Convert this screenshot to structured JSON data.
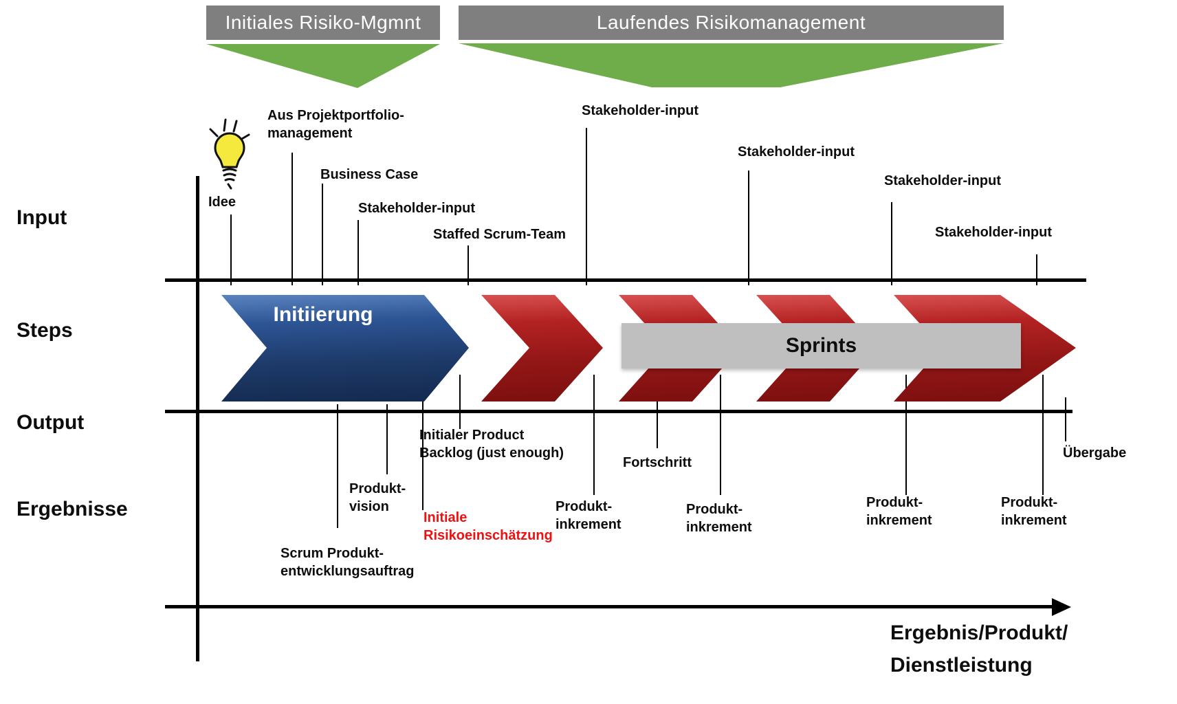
{
  "title": "Scrum Risikomanagement Prozessdiagramm",
  "header": {
    "phase1": "Initiales Risiko-Mgmnt",
    "phase2": "Laufendes Risikomanagement"
  },
  "rows": {
    "input": "Input",
    "steps": "Steps",
    "output": "Output",
    "ergebnisse": "Ergebnisse"
  },
  "steps": {
    "initiierung": "Initiierung",
    "sprints": "Sprints"
  },
  "inputs": {
    "idee": "Idee",
    "portfolio": "Aus Projektportfolio-\nmanagement",
    "business_case": "Business Case",
    "stakeholder_1": "Stakeholder-input",
    "staffed_team": "Staffed Scrum-Team",
    "stakeholder_2": "Stakeholder-input",
    "stakeholder_3": "Stakeholder-input",
    "stakeholder_4": "Stakeholder-input",
    "stakeholder_5": "Stakeholder-input"
  },
  "outputs": {
    "scrum_auftrag": "Scrum Produkt-\nentwicklungsauftrag",
    "produktvision": "Produkt-\nvision",
    "initiale_risiko": "Initiale\nRisikoeinschätzung",
    "initialer_backlog": "Initialer Product\nBacklog (just enough)",
    "produktinkrement_1": "Produkt-\ninkrement",
    "fortschritt": "Fortschritt",
    "produktinkrement_2": "Produkt-\ninkrement",
    "produktinkrement_3": "Produkt-\ninkrement",
    "produktinkrement_4": "Produkt-\ninkrement",
    "uebergabe": "Übergabe"
  },
  "axis": {
    "caption": "Ergebnis/Produkt/\nDienstleistung"
  },
  "icons": {
    "lightbulb": "lightbulb-icon"
  },
  "colors": {
    "phase_bar_gray": "#7f7f7f",
    "funnel_green": "#6ead49",
    "arrow_blue": "#1f3864",
    "chevron_red": "#9c1a1a",
    "sprints_gray": "#bfbfbf",
    "risk_text_red": "#ee1111",
    "line_black": "#000000"
  }
}
